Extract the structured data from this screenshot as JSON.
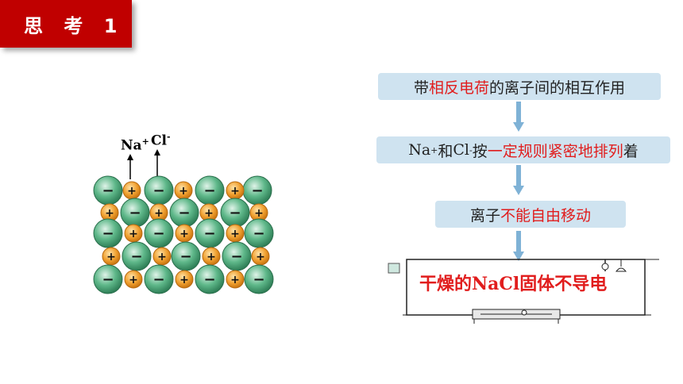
{
  "header": {
    "title": "思 考 1"
  },
  "lattice": {
    "na_label": "Na",
    "na_sup": "+",
    "cl_label": "Cl",
    "cl_sup": "-",
    "minus_sign": "−",
    "plus_sign": "+"
  },
  "flow": {
    "box1": {
      "pre": "带",
      "highlight": "相反电荷",
      "post": "的离子间的相互作用"
    },
    "box2": {
      "na": "Na",
      "na_sup": "+",
      "and": "和",
      "cl": "Cl",
      "cl_sup": "-",
      "pre": "按",
      "highlight": "一定规则紧密地排列",
      "post": "着"
    },
    "box3": {
      "pre": "离子",
      "highlight": "不能自由移动"
    },
    "result": "干燥的NaCl固体不导电"
  },
  "colors": {
    "accent": "#c00000",
    "highlight": "#e11d1d",
    "box_bg": "#cfe3f0",
    "arrow": "#7fb2d6",
    "anion": "#3a9a6a",
    "cation": "#f0a030"
  }
}
